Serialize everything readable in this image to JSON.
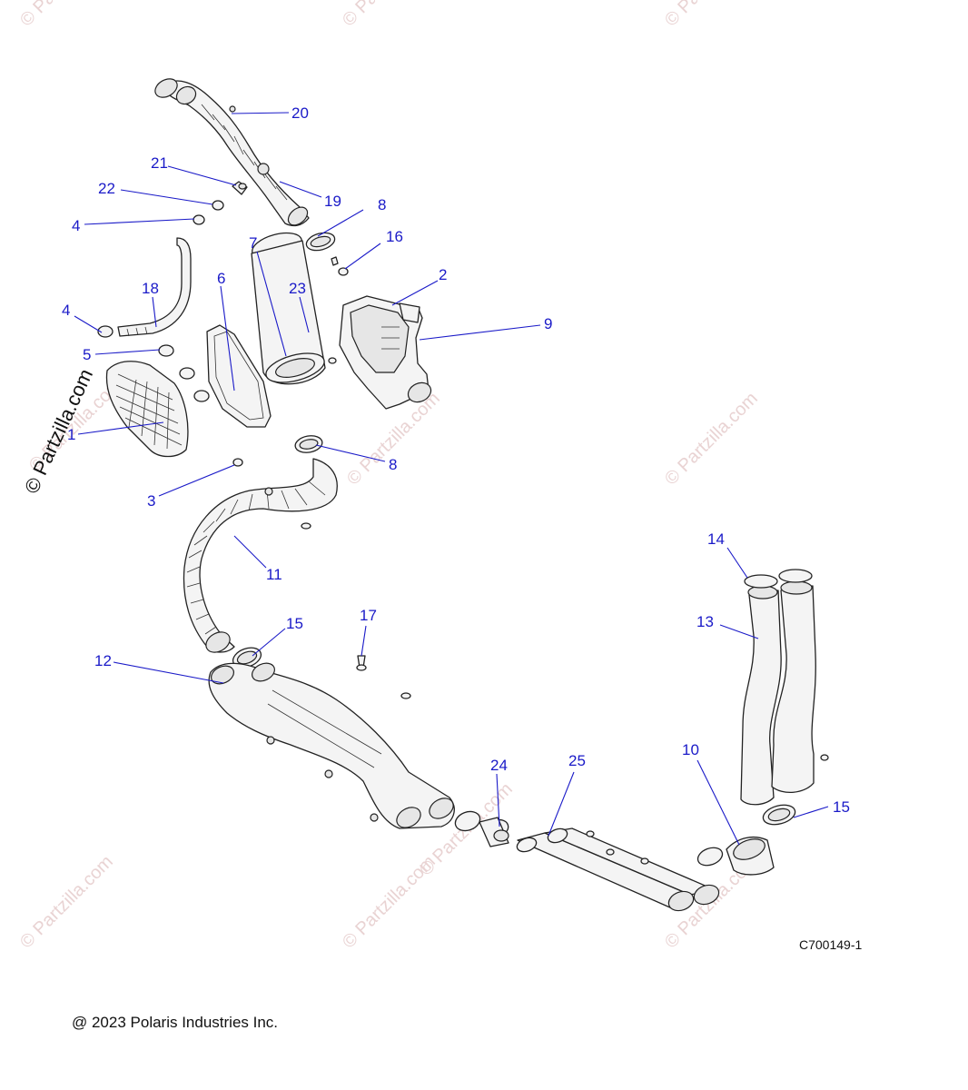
{
  "watermark": "© Partzilla.com",
  "drawing_id": "C700149-1",
  "copyright": "@ 2023 Polaris Industries Inc.",
  "callouts": {
    "c1": "1",
    "c2": "2",
    "c3": "3",
    "c4a": "4",
    "c4b": "4",
    "c5": "5",
    "c6": "6",
    "c7": "7",
    "c8a": "8",
    "c8b": "8",
    "c9": "9",
    "c10": "10",
    "c11": "11",
    "c12": "12",
    "c13": "13",
    "c14": "14",
    "c15a": "15",
    "c15b": "15",
    "c16": "16",
    "c17": "17",
    "c18": "18",
    "c19": "19",
    "c20": "20",
    "c21": "21",
    "c22": "22",
    "c23": "23",
    "c24": "24",
    "c25": "25"
  },
  "colors": {
    "callout": "#1a1ac8",
    "line_art": "#222222",
    "watermark": "#e9d3d3"
  }
}
